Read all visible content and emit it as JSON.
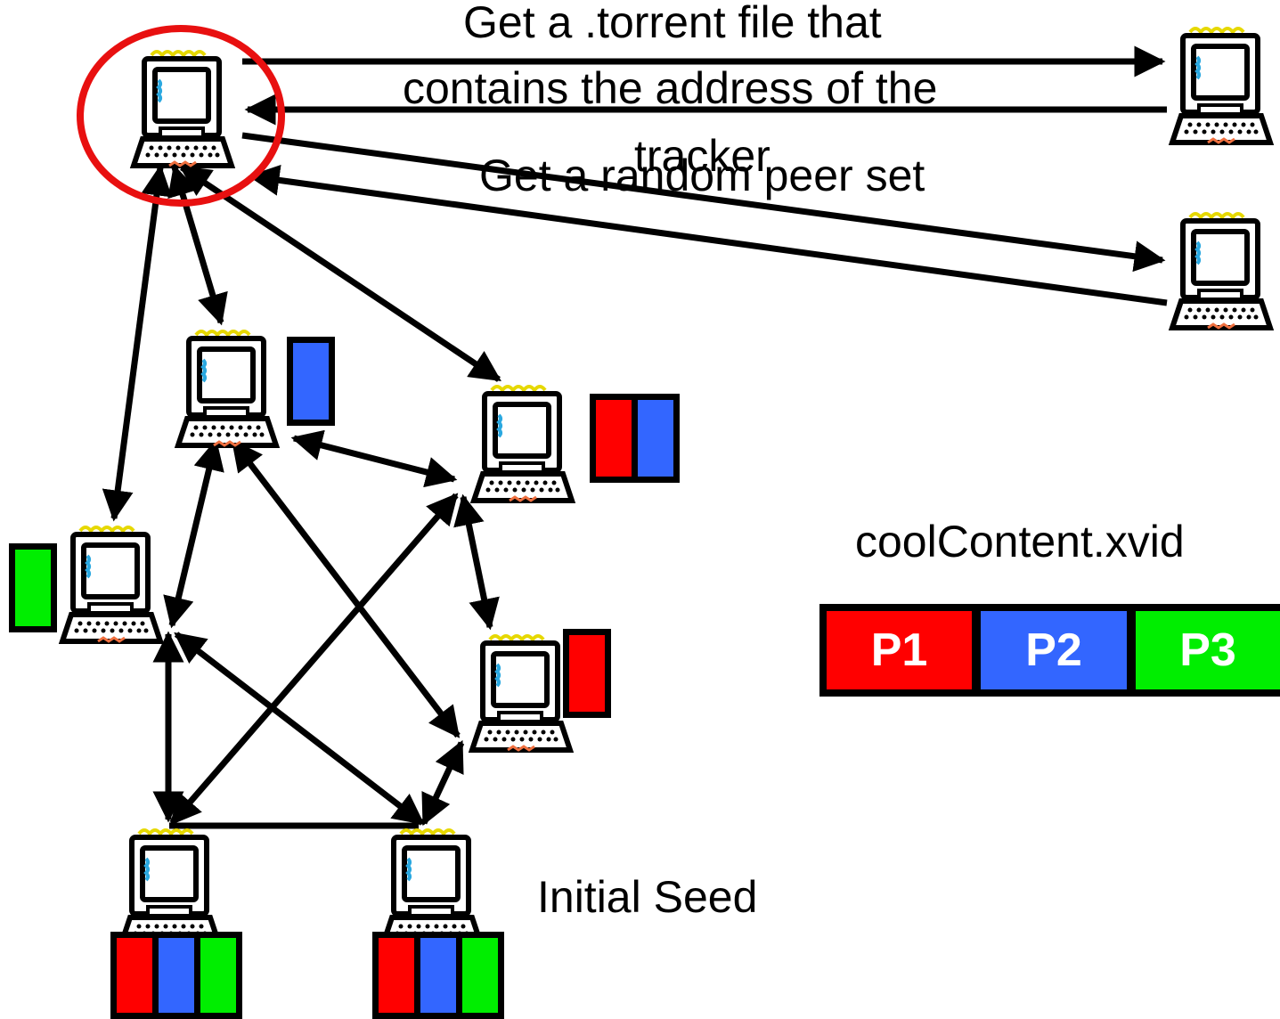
{
  "labels": {
    "torrent_line1": "Get a .torrent file that",
    "torrent_line2": "contains the address of the",
    "torrent_line3": "tracker",
    "peer_set": "Get a random peer set",
    "file_name": "coolContent.xvid",
    "initial_seed": "Initial Seed"
  },
  "pieces": [
    {
      "label": "P1",
      "color": "#ff0000"
    },
    {
      "label": "P2",
      "color": "#3366ff"
    },
    {
      "label": "P3",
      "color": "#00ee00"
    }
  ],
  "colors": {
    "red": "#ff0000",
    "blue": "#3366ff",
    "green": "#00ee00",
    "highlight": "#e81010",
    "line": "#000000"
  },
  "nodes": [
    {
      "name": "new-peer",
      "icon": "computer-icon",
      "highlighted": true,
      "pieces": []
    },
    {
      "name": "torrent-server",
      "icon": "computer-icon",
      "pieces": []
    },
    {
      "name": "tracker",
      "icon": "computer-icon",
      "pieces": []
    },
    {
      "name": "peer-a",
      "icon": "computer-icon",
      "pieces": [
        "P2"
      ]
    },
    {
      "name": "peer-b",
      "icon": "computer-icon",
      "pieces": [
        "P1",
        "P2"
      ]
    },
    {
      "name": "peer-c",
      "icon": "computer-icon",
      "pieces": [
        "P3"
      ]
    },
    {
      "name": "peer-d",
      "icon": "computer-icon",
      "pieces": [
        "P1"
      ]
    },
    {
      "name": "peer-e",
      "icon": "computer-icon",
      "pieces": [
        "P1",
        "P2",
        "P3"
      ]
    },
    {
      "name": "initial-seed",
      "icon": "computer-icon",
      "pieces": [
        "P1",
        "P2",
        "P3"
      ]
    }
  ]
}
